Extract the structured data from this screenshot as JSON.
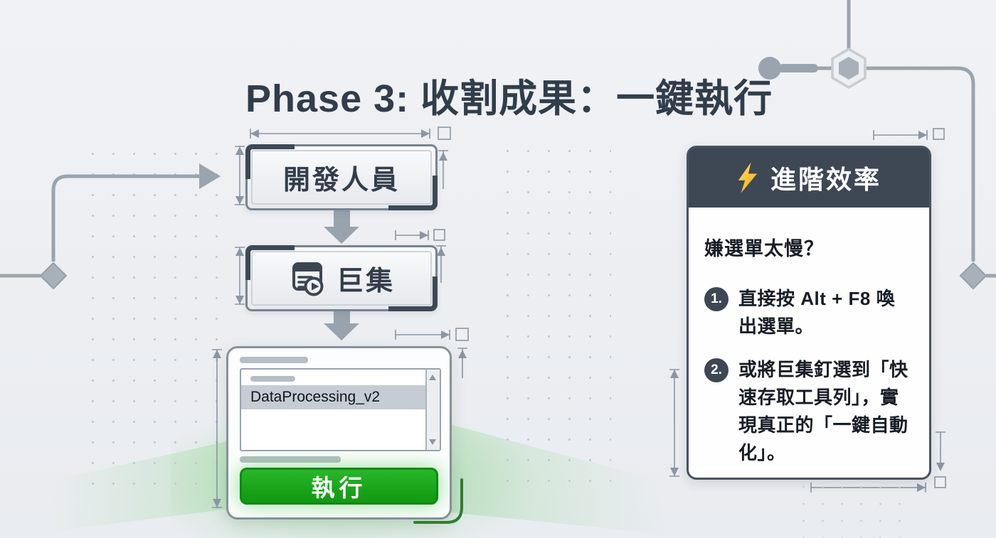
{
  "title": "Phase 3: 收割成果：一鍵執行",
  "flowchart": {
    "developer_box": {
      "label": "開發人員"
    },
    "macro_box": {
      "label": "巨集",
      "icon": "macro-list-play-icon"
    },
    "macro_dialog": {
      "selected_macro": "DataProcessing_v2",
      "run_button_label": "執行"
    }
  },
  "tip_card": {
    "header": {
      "icon": "lightning-icon",
      "title": "進階效率"
    },
    "question": "嫌選單太慢？",
    "items": [
      {
        "num": "1.",
        "text": "直接按 Alt + F8 喚出選單。"
      },
      {
        "num": "2.",
        "text": "或將巨集釘選到「快速存取工具列」，實現真正的「一鍵自動化」。"
      }
    ]
  },
  "colors": {
    "accent_green": "#1aa51a",
    "header_dark": "#3e4754",
    "connector_gray": "#9aa4ae",
    "bolt_gold": "#f5b921",
    "background": "#edeff3"
  }
}
